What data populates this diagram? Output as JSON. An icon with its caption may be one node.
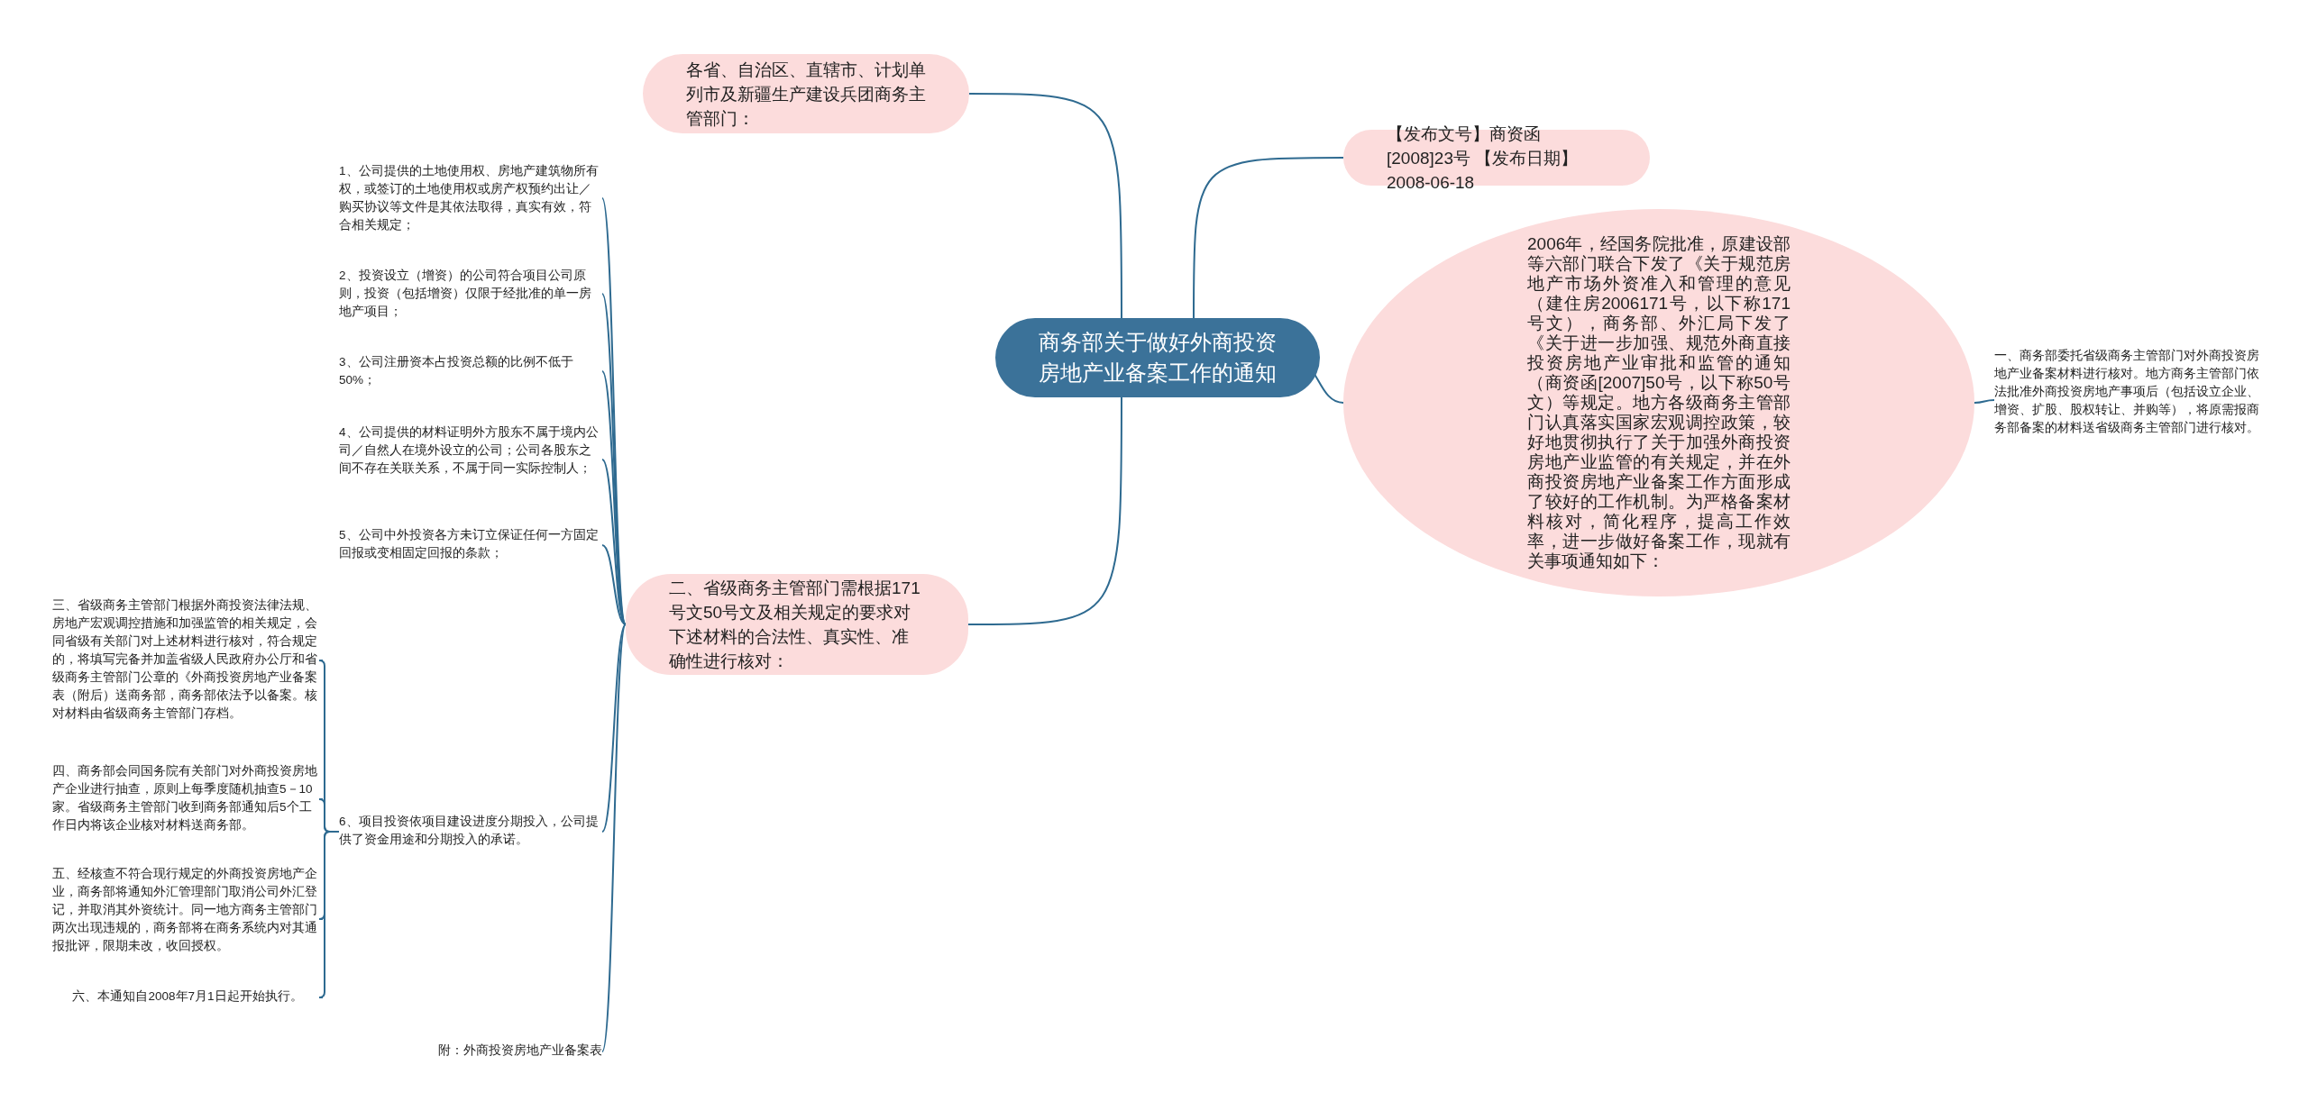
{
  "diagram": {
    "nodes": [
      {
        "text": [
          "商务部关于做好外商投资房地产业备案工作的通知"
        ]
      },
      {
        "text": [
          "各省、自治区、直辖市、计划单列市及新疆生产建设兵团商务主管部门："
        ]
      },
      {
        "text": [
          "【发布文号】商资函[2008]23号 【发布日期】2008-06-18"
        ]
      },
      {
        "text": [
          "2006年，经国务院批准，原建设部等六部门联合下发了《关于规范房地产市场外资准入和管理的意见（建住房2006171号，以下称171号文），商务部、外汇局下发了《关于进一步加强、规范外商直接投资房地产业审批和监管的通知（商资函[2007]50号，以下称50号文）等规定。地方各级商务主管部门认真落实国家宏观调控政策，较好地贯彻执行了关于加强外商投资房地产业监管的有关规定，并在外商投资房地产业备案工作方面形成了较好的工作机制。为严格备案材料核对，简化程序，提高工作效率，进一步做好备案工作，现就有关事项通知如下："
        ]
      },
      {
        "text": [
          "一、商务部委托省级商务主管部门对外商投资房地产业备案材料进行核对。地方商务主管部门依法批准外商投资房地产事项后（包括设立企业、增资、扩股、股权转让、并购等），将原需报商务部备案的材料送省级商务主管部门进行核对。"
        ]
      },
      {
        "text": [
          "二、省级商务主管部门需根据171号文50号文及相关规定的要求对下述材料的合法性、真实性、准确性进行核对："
        ]
      },
      {
        "text": [
          "1、公司提供的土地使用权、房地产建筑物所有权，或签订的土地使用权或房产权预约出让／购买协议等文件是其依法取得，真实有效，符合相关规定；"
        ]
      },
      {
        "text": [
          "2、投资设立（增资）的公司符合项目公司原则，投资（包括增资）仅限于经批准的单一房地产项目；"
        ]
      },
      {
        "text": [
          "3、公司注册资本占投资总额的比例不低于50%；"
        ]
      },
      {
        "text": [
          "4、公司提供的材料证明外方股东不属于境内公司／自然人在境外设立的公司；公司各股东之间不存在关联关系，不属于同一实际控制人；"
        ]
      },
      {
        "text": [
          "5、公司中外投资各方未订立保证任何一方固定回报或变相固定回报的条款；"
        ]
      },
      {
        "text": [
          "6、项目投资依项目建设进度分期投入，公司提供了资金用途和分期投入的承诺。"
        ]
      },
      {
        "text": [
          "三、省级商务主管部门根据外商投资法律法规、房地产宏观调控措施和加强监管的相关规定，会同省级有关部门对上述材料进行核对，符合规定的，将填写完备并加盖省级人民政府办公厅和省级商务主管部门公章的《外商投资房地产业备案表（附后）送商务部，商务部依法予以备案。核对材料由省级商务主管部门存档。"
        ]
      },
      {
        "text": [
          "四、商务部会同国务院有关部门对外商投资房地产企业进行抽查，原则上每季度随机抽查5－10家。省级商务主管部门收到商务部通知后5个工作日内将该企业核对材料送商务部。"
        ]
      },
      {
        "text": [
          "五、经核查不符合现行规定的外商投资房地产企业，商务部将通知外汇管理部门取消公司外汇登记，并取消其外资统计。同一地方商务主管部门两次出现违规的，商务部将在商务系统内对其通报批评，限期未改，收回授权。"
        ]
      },
      {
        "text": [
          "六、本通知自2008年7月1日起开始执行。"
        ]
      },
      {
        "text": [
          "附：外商投资房地产业备案表"
        ]
      }
    ],
    "edges": [
      {
        "from": 0,
        "to": 1,
        "arrow": "none"
      },
      {
        "from": 0,
        "to": 2,
        "arrow": "none"
      },
      {
        "from": 0,
        "to": 3,
        "arrow": "none"
      },
      {
        "from": 0,
        "to": 5,
        "arrow": "none"
      },
      {
        "from": 3,
        "to": 4,
        "arrow": "none"
      },
      {
        "from": 5,
        "to": 6,
        "arrow": "none"
      },
      {
        "from": 5,
        "to": 7,
        "arrow": "none"
      },
      {
        "from": 5,
        "to": 8,
        "arrow": "none"
      },
      {
        "from": 5,
        "to": 9,
        "arrow": "none"
      },
      {
        "from": 5,
        "to": 10,
        "arrow": "none"
      },
      {
        "from": 5,
        "to": 11,
        "arrow": "none"
      },
      {
        "from": 5,
        "to": 16,
        "arrow": "none"
      },
      {
        "from": 11,
        "to": 12,
        "arrow": "none"
      },
      {
        "from": 11,
        "to": 13,
        "arrow": "none"
      },
      {
        "from": 11,
        "to": 14,
        "arrow": "none"
      },
      {
        "from": 11,
        "to": 15,
        "arrow": "none"
      }
    ]
  }
}
